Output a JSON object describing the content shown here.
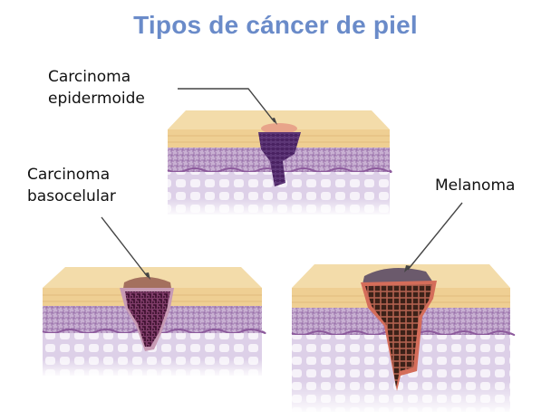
{
  "title": "Tipos de cáncer de piel",
  "labels": {
    "epidermoide": {
      "line1": "Carcinoma",
      "line2": "epidermoide"
    },
    "basocelular": {
      "line1": "Carcinoma",
      "line2": "basocelular"
    },
    "melanoma": {
      "line1": "Melanoma"
    }
  },
  "colors": {
    "title": "#6a8bc9",
    "epidermis_top": "#f3dcaa",
    "epidermis_front": "#efcf93",
    "dermis": "#b89ac4",
    "dermis_line": "#8c5a9c",
    "subcutis": "#e6dbee",
    "tumor_epidermoide": "#4a2262",
    "tumor_basocelular": "#4b1438",
    "tumor_melanoma": "#3c2118",
    "leader_line": "#444444"
  }
}
